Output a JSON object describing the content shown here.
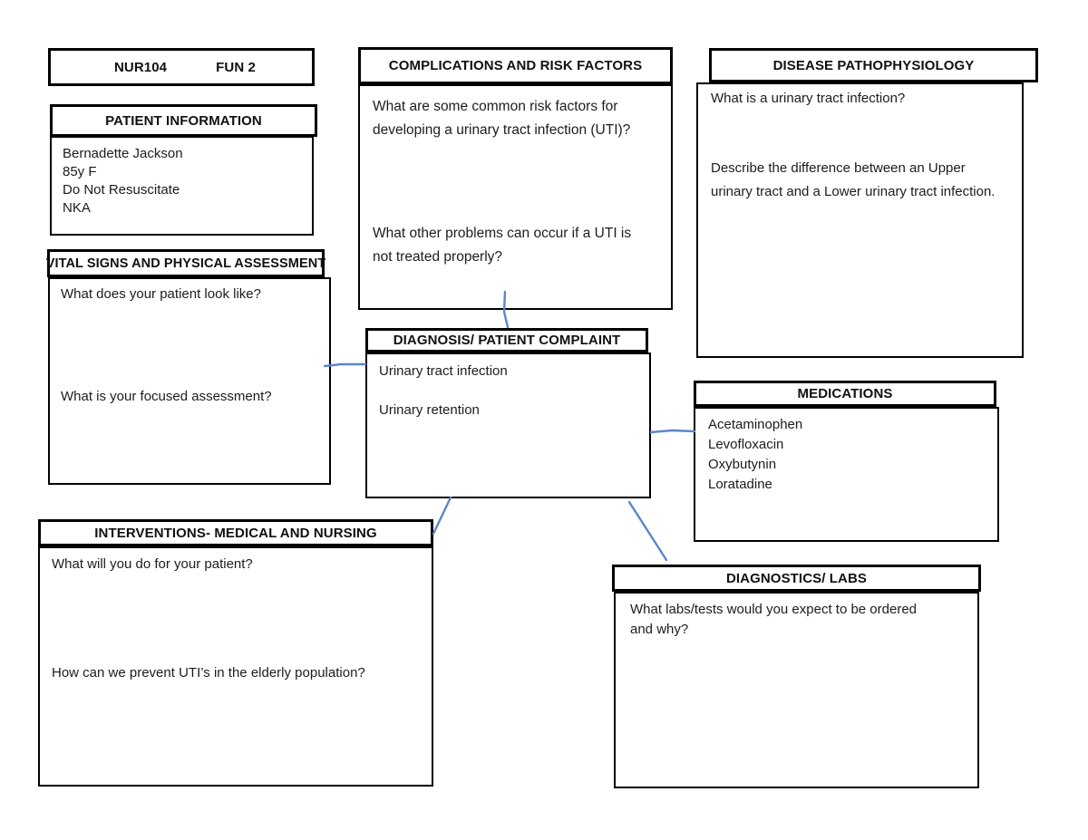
{
  "page": {
    "course_code": "NUR104",
    "course_label": "FUN 2"
  },
  "colors": {
    "connector": "#5b87c9",
    "box_border": "#000000"
  },
  "boxes": {
    "patient_information": {
      "title": "PATIENT INFORMATION",
      "lines": [
        "Bernadette Jackson",
        "85y F",
        "Do Not Resuscitate",
        "NKA"
      ]
    },
    "vital_signs": {
      "title": "VITAL SIGNS AND PHYSICAL ASSESSMENT",
      "questions": [
        "What does your patient look like?",
        "What is your focused assessment?"
      ]
    },
    "complications": {
      "title": "COMPLICATIONS AND RISK FACTORS",
      "questions": [
        "What are some common risk factors for\ndeveloping a urinary tract infection (UTI)?",
        "What other problems can occur if a UTI is\nnot treated properly?"
      ]
    },
    "disease_pathophysiology": {
      "title": "DISEASE PATHOPHYSIOLOGY",
      "questions": [
        "What is a urinary tract infection?",
        "Describe the difference between an Upper\nurinary tract and a Lower urinary tract infection."
      ]
    },
    "diagnosis": {
      "title": "DIAGNOSIS/ PATIENT COMPLAINT",
      "items": [
        "Urinary tract infection",
        "Urinary retention"
      ]
    },
    "medications": {
      "title": "MEDICATIONS",
      "items": [
        "Acetaminophen",
        "Levofloxacin",
        "Oxybutynin",
        "Loratadine"
      ]
    },
    "interventions": {
      "title": "INTERVENTIONS- MEDICAL AND NURSING",
      "questions": [
        "What will you do for your patient?",
        "How can we prevent UTI’s in the elderly population?"
      ]
    },
    "diagnostics": {
      "title": "DIAGNOSTICS/ LABS",
      "questions": [
        "What labs/tests would you expect to be ordered\nand why?"
      ]
    }
  }
}
